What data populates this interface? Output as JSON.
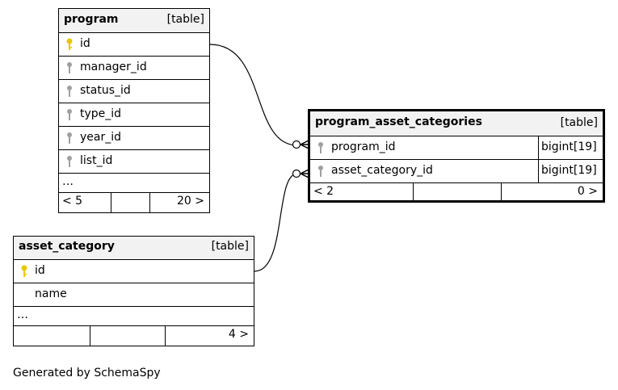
{
  "tables": {
    "program": {
      "name": "program",
      "kind": "[table]",
      "columns": [
        {
          "name": "id",
          "key": "primary"
        },
        {
          "name": "manager_id",
          "key": "foreign"
        },
        {
          "name": "status_id",
          "key": "foreign"
        },
        {
          "name": "type_id",
          "key": "foreign"
        },
        {
          "name": "year_id",
          "key": "foreign"
        },
        {
          "name": "list_id",
          "key": "foreign"
        }
      ],
      "ellipsis": "…",
      "parents": "< 5",
      "children": "20 >"
    },
    "program_asset_categories": {
      "name": "program_asset_categories",
      "kind": "[table]",
      "columns": [
        {
          "name": "program_id",
          "key": "foreign",
          "type": "bigint[19]"
        },
        {
          "name": "asset_category_id",
          "key": "foreign",
          "type": "bigint[19]"
        }
      ],
      "parents": "< 2",
      "children": "0 >"
    },
    "asset_category": {
      "name": "asset_category",
      "kind": "[table]",
      "columns": [
        {
          "name": "id",
          "key": "primary"
        },
        {
          "name": "name",
          "key": "none"
        }
      ],
      "ellipsis": "…",
      "parents": "",
      "children": "4 >"
    }
  },
  "colors": {
    "primary_key": "#e6c800",
    "foreign_key": "#a0a0a0",
    "header_bg": "#f2f2f2"
  },
  "footer": "Generated by SchemaSpy"
}
